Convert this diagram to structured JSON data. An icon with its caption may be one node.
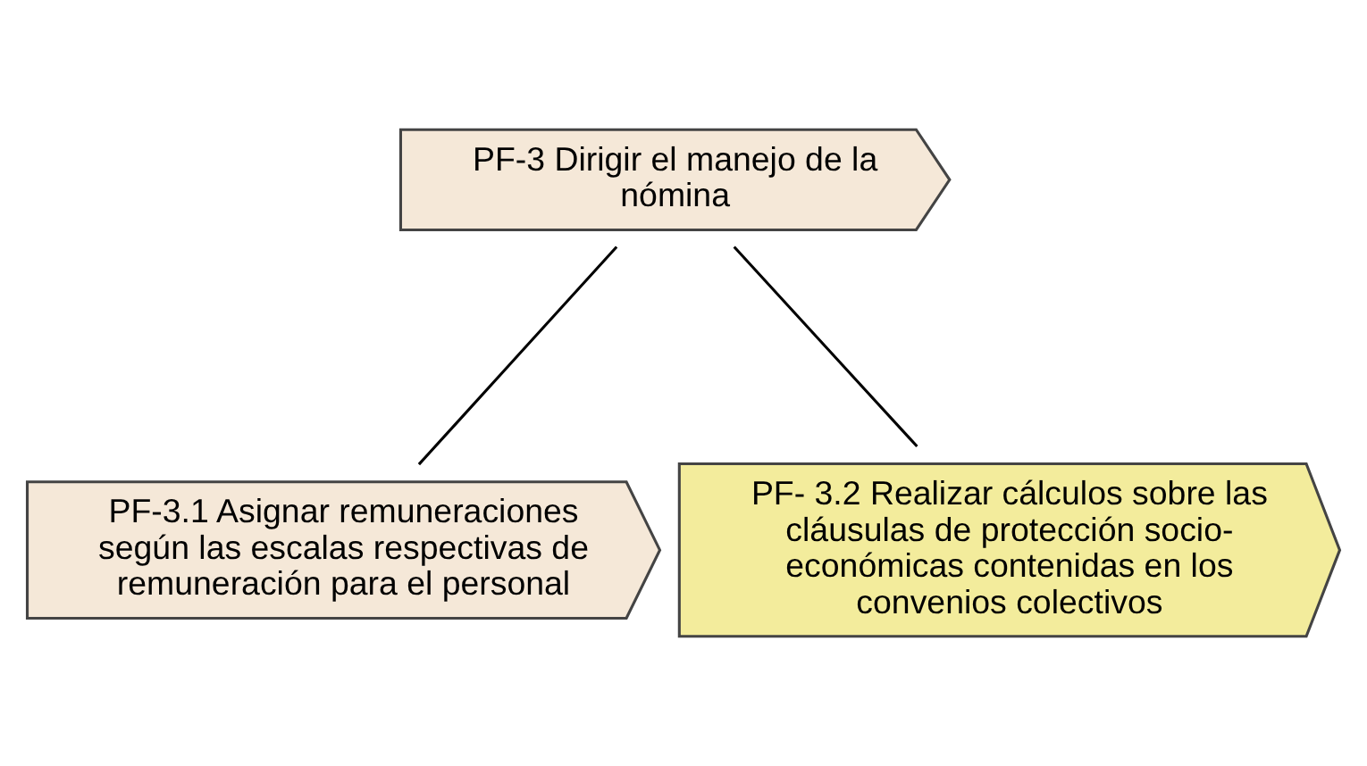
{
  "diagram": {
    "nodes": [
      {
        "text": [
          "PF-3 Dirigir el manejo de la nómina"
        ]
      },
      {
        "text": [
          "PF-3.1 Asignar remuneraciones según las escalas respectivas de remuneración para el personal"
        ]
      },
      {
        "text": [
          "PF- 3.2 Realizar cálculos sobre las cláusulas de protección socio-económicas contenidas en los convenios colectivos"
        ]
      }
    ],
    "edges": [
      {
        "from": 0,
        "to": 1,
        "arrow": "none"
      },
      {
        "from": 0,
        "to": 2,
        "arrow": "none"
      }
    ]
  }
}
